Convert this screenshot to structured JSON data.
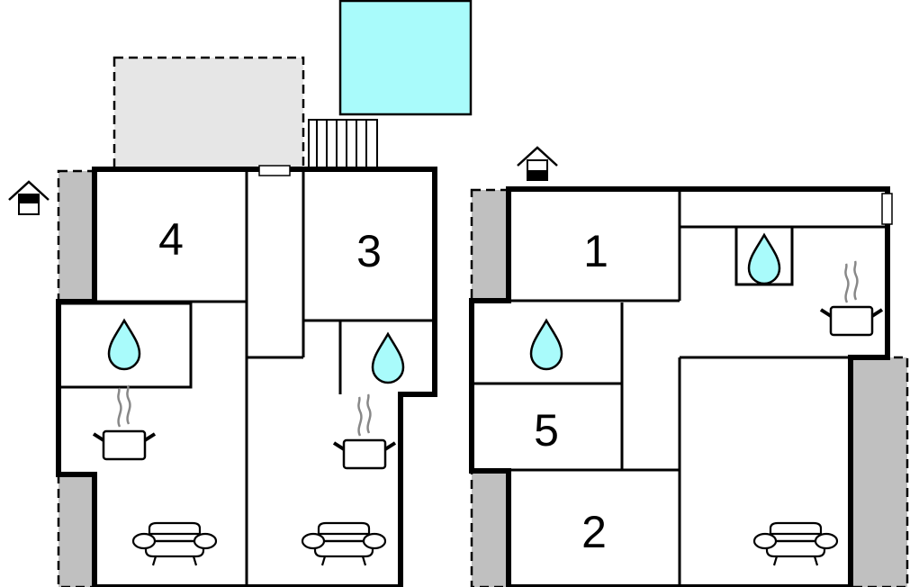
{
  "plans": [
    {
      "name": "left-unit",
      "rooms": [
        {
          "label": "4"
        },
        {
          "label": "3"
        }
      ]
    },
    {
      "name": "right-unit",
      "rooms": [
        {
          "label": "1"
        },
        {
          "label": "5"
        },
        {
          "label": "2"
        }
      ]
    }
  ],
  "icons": [
    "entrance-icon",
    "bathroom-drop-icon",
    "kitchen-pot-icon",
    "living-room-sofa-icon",
    "pool",
    "stairs",
    "window"
  ],
  "colors": {
    "water": "#a9fbfb",
    "terrace": "#c0c0c0",
    "patio": "#e6e6e6",
    "wall": "#000000"
  }
}
